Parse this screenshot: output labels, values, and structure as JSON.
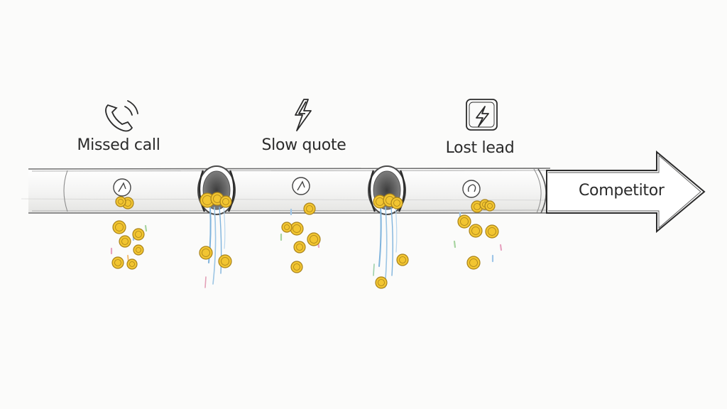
{
  "stages": [
    {
      "id": "missed-call",
      "label": "Missed call",
      "icon": "phone-icon"
    },
    {
      "id": "slow-quote",
      "label": "Slow quote",
      "icon": "lightning-icon"
    },
    {
      "id": "lost-lead",
      "label": "Lost lead",
      "icon": "lightning-box-icon"
    }
  ],
  "destination": {
    "label": "Competitor",
    "icon": "arrow-right-icon"
  },
  "colors": {
    "ink": "#2b2b2b",
    "pencil": "#6f6f6f",
    "coin_fill": "#f2c531",
    "coin_edge": "#a8821a",
    "water": "#7fb3dc",
    "background": "#fbfbfa"
  }
}
